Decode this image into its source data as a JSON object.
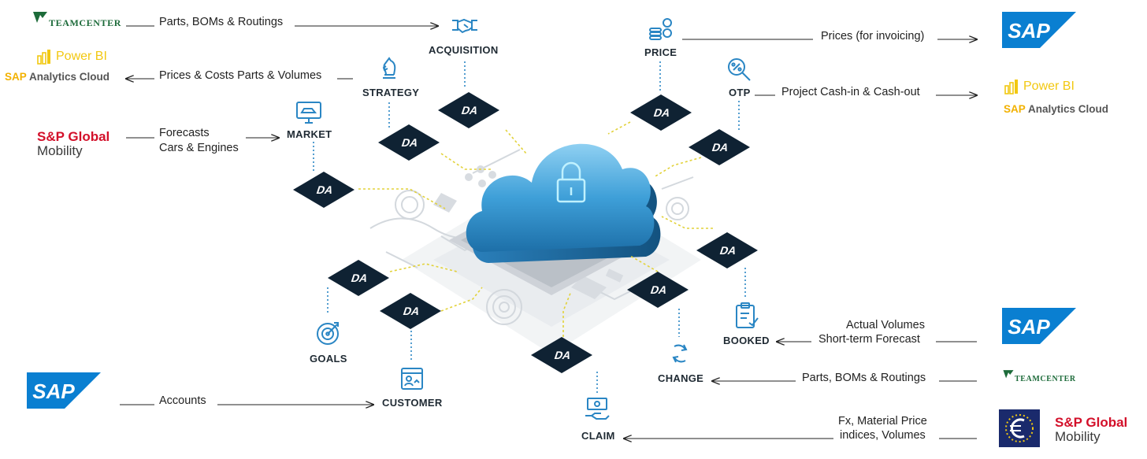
{
  "logos": {
    "teamcenter": "TEAMCENTER",
    "powerbi": "Power BI",
    "sap": "SAP",
    "sac_sap": "SAP",
    "sac_rest": " Analytics Cloud",
    "spglobal_l1": "S&P Global",
    "spglobal_l2": "Mobility"
  },
  "flows": {
    "parts_boms_routings_top": "Parts, BOMs & Routings",
    "prices_costs": "Prices & Costs Parts & Volumes",
    "forecasts_l1": "Forecasts",
    "forecasts_l2": "Cars & Engines",
    "accounts": "Accounts",
    "prices_invoicing": "Prices (for invoicing)",
    "project_cash": "Project Cash-in & Cash-out",
    "actual_volumes_l1": "Actual Volumes",
    "actual_volumes_l2": "Short-term Forecast",
    "parts_boms_routings_bottom": "Parts, BOMs & Routings",
    "fx_l1": "Fx, Material Price",
    "fx_l2": "indices, Volumes"
  },
  "modules": {
    "acquisition": "ACQUISITION",
    "strategy": "STRATEGY",
    "market": "MARKET",
    "price": "PRICE",
    "otp": "OTP",
    "goals": "GOALS",
    "customer": "CUSTOMER",
    "booked": "BOOKED",
    "change": "CHANGE",
    "claim": "CLAIM"
  },
  "chip_mark": "DA",
  "colors": {
    "chip": "#0f2233",
    "cloud": "#2f8fcf",
    "connector": "#e2d23a",
    "icon": "#2a86c4",
    "sap": "#0a7fd1",
    "spglobal_red": "#d3102a",
    "teamcenter_green": "#1d6b3a",
    "powerbi_yellow": "#f2c811"
  }
}
